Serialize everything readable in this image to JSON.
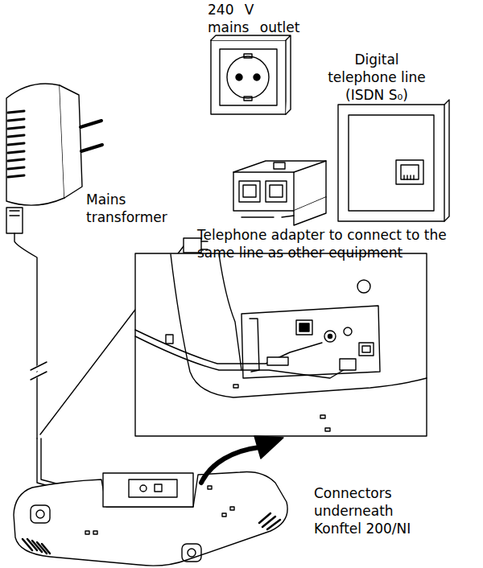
{
  "diagram": {
    "labels": [
      "240 V mains outlet",
      "Digital telephone line (ISDN S₀)",
      "Mains transformer",
      "Telephone adapter to connect to the same line as other equipment",
      "Connectors underneath Konftel 200/NI"
    ]
  }
}
